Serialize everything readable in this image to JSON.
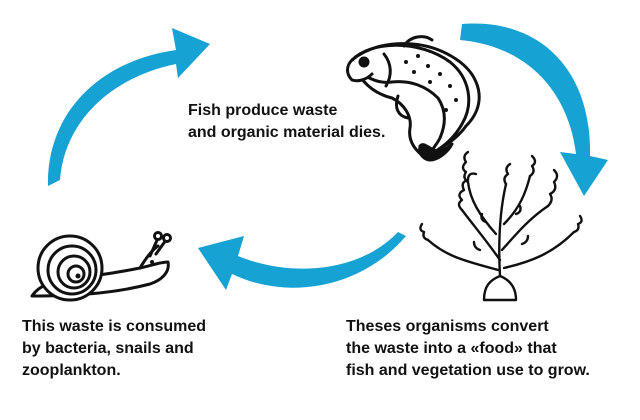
{
  "diagram": {
    "accent_color": "#16a2d3",
    "captions": {
      "fish": [
        "Fish produce waste",
        "and organic material dies."
      ],
      "snail": [
        "This waste is consumed",
        "by bacteria, snails and",
        "zooplankton."
      ],
      "plant": [
        "Theses organisms convert",
        "the waste into a «food» that",
        "fish and vegetation use to grow."
      ]
    },
    "icons": {
      "fish": "trout-fish-icon",
      "snail": "snail-icon",
      "plant": "aquatic-plant-icon"
    }
  }
}
